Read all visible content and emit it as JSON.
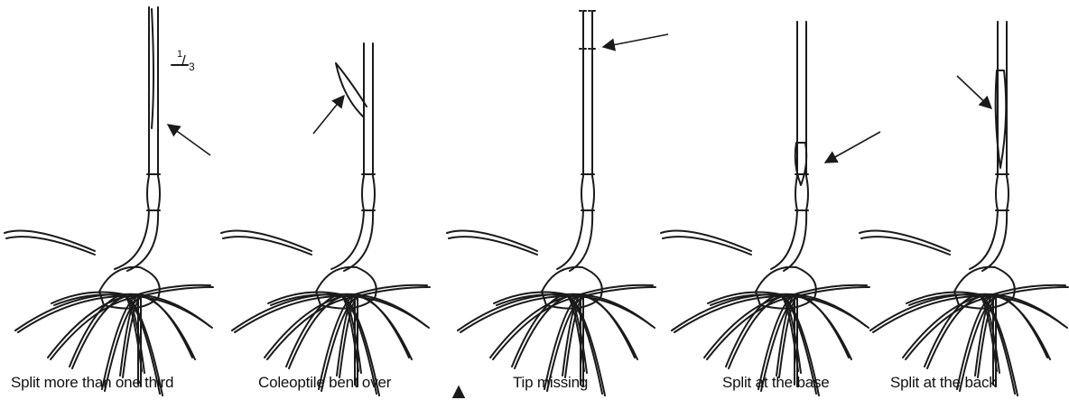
{
  "panels": [
    {
      "caption": "Split more than one third",
      "defect": "split-third"
    },
    {
      "caption": "Coleoptile bent over",
      "defect": "bent"
    },
    {
      "caption": "Tip missing",
      "defect": "tip-missing"
    },
    {
      "caption": "Split at the base",
      "defect": "split-base"
    },
    {
      "caption": "Split at the back",
      "defect": "split-back"
    }
  ],
  "fraction": {
    "numerator": "1",
    "slash": "/",
    "denominator": "3"
  },
  "colors": {
    "ink": "#1a1a1a",
    "background": "#ffffff"
  }
}
